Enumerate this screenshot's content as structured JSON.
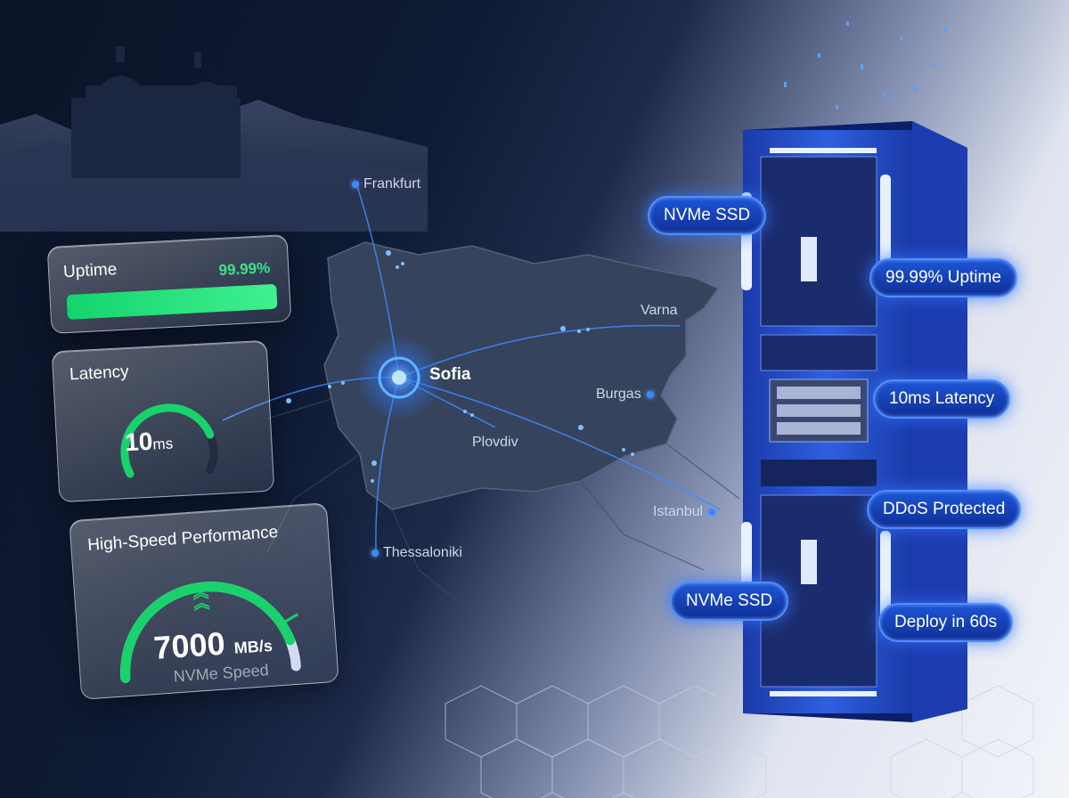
{
  "background": {
    "accent": "#2f7bff",
    "map_fill": "#2e3a52",
    "dark": "#0b1326"
  },
  "cards": {
    "uptime": {
      "title": "Uptime",
      "value": "99.99%",
      "fill_percent": 99.99,
      "color": "#22e07a"
    },
    "latency": {
      "title": "Latency",
      "value": "10",
      "unit": "ms",
      "gauge_fraction": 0.8
    },
    "speed": {
      "title": "High-Speed Performance",
      "value": "7000",
      "unit": "MB/s",
      "label": "NVMe Speed",
      "gauge_fraction": 0.9
    }
  },
  "cities": [
    {
      "name": "Frankfurt"
    },
    {
      "name": "Sofia"
    },
    {
      "name": "Varna"
    },
    {
      "name": "Burgas"
    },
    {
      "name": "Plovdiv"
    },
    {
      "name": "Istanbul"
    },
    {
      "name": "Thessaloniki"
    }
  ],
  "features": [
    {
      "label": "NVMe SSD"
    },
    {
      "label": "99.99% Uptime"
    },
    {
      "label": "10ms Latency"
    },
    {
      "label": "DDoS Protected"
    },
    {
      "label": "NVMe SSD"
    },
    {
      "label": "Deploy in 60s"
    }
  ]
}
